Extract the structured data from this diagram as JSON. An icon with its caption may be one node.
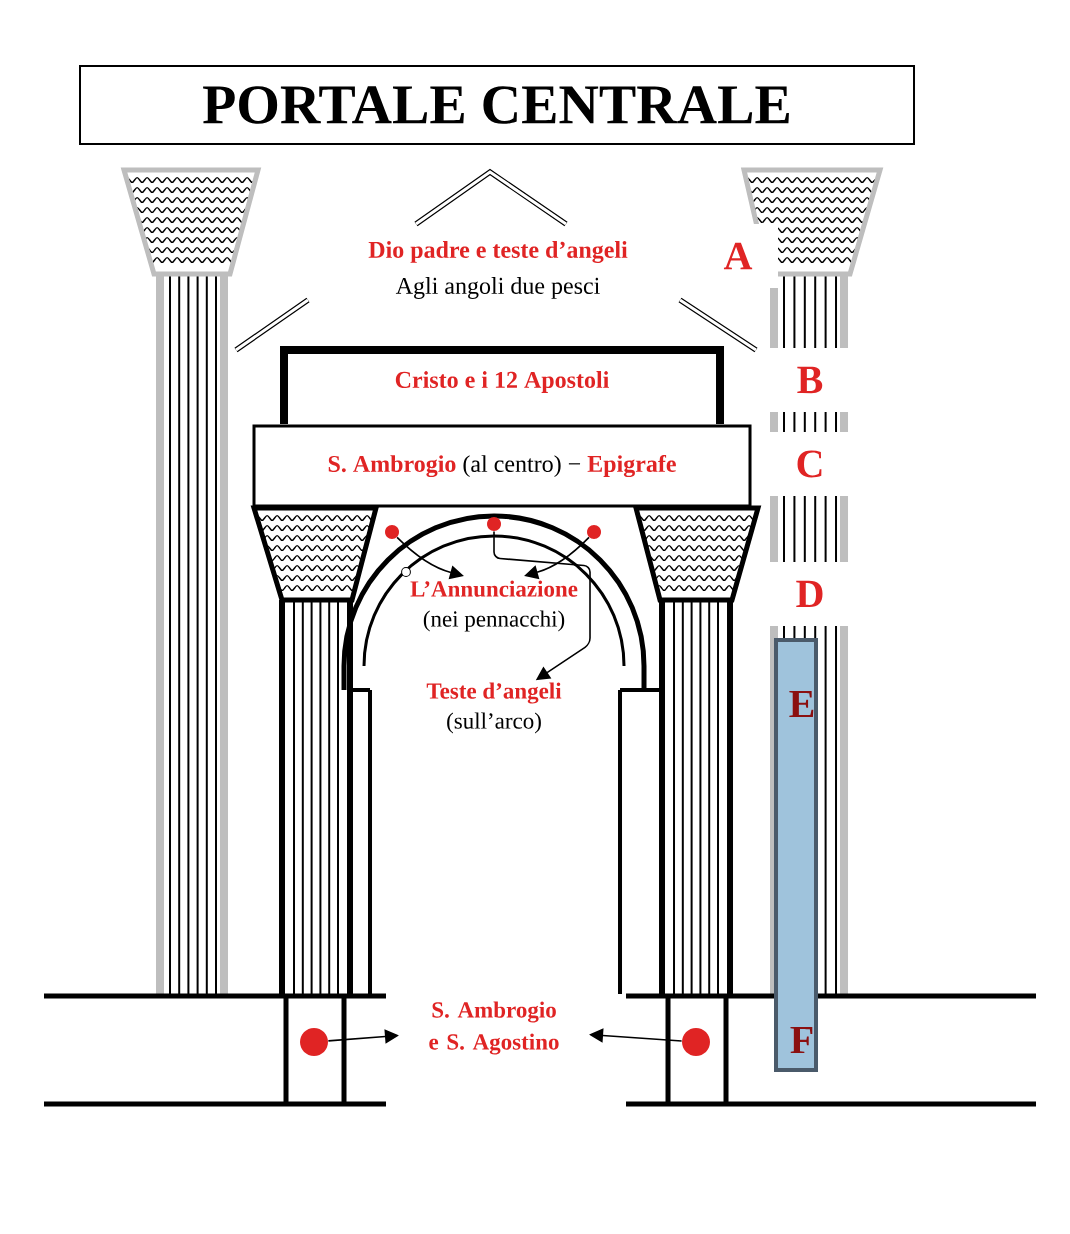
{
  "diagram": {
    "nodes": [
      {
        "text": [
          "PORTALE  CENTRALE"
        ]
      },
      {
        "text": [
          "Dio padre e teste d’angeli",
          "Agli angoli due pesci"
        ]
      },
      {
        "text": [
          "Cristo e i 12 Apostoli"
        ]
      },
      {
        "text": [
          "S. Ambrogio",
          "(al centro) −",
          "Epigrafe"
        ]
      },
      {
        "text": [],
        "shape": "circle"
      },
      {
        "text": [],
        "shape": "circle"
      },
      {
        "text": [],
        "shape": "circle"
      },
      {
        "text": [
          "L’Annunciazione",
          "(nei pennacchi)"
        ]
      },
      {
        "text": [
          "Teste d’angeli",
          "(sull’arco)"
        ]
      },
      {
        "text": [],
        "shape": "circle"
      },
      {
        "text": [
          "S. Ambrogio e S. Agostino"
        ]
      },
      {
        "text": [],
        "shape": "circle"
      }
    ],
    "edges": [
      {
        "from": 4,
        "to": 7,
        "arrow": "to"
      },
      {
        "from": 5,
        "to": 8,
        "arrow": "to"
      },
      {
        "from": 6,
        "to": 7,
        "arrow": "to"
      },
      {
        "from": 9,
        "to": 10,
        "arrow": "to"
      },
      {
        "from": 11,
        "to": 10,
        "arrow": "to"
      }
    ],
    "labels": [
      "A",
      "B",
      "C",
      "D",
      "E",
      "F"
    ]
  }
}
